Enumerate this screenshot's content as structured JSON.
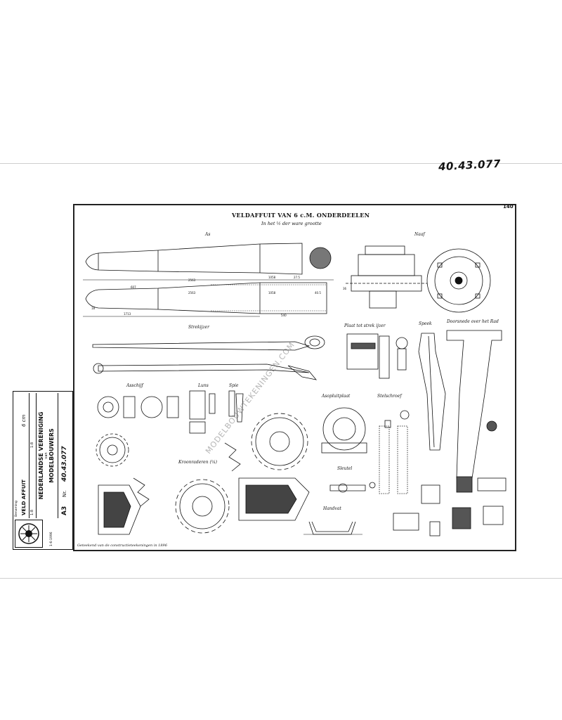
{
  "handwritten_number": "40.43.077",
  "page_number": "140",
  "plate": {
    "title": "VELDAFFUIT VAN 6 c.M. ONDERDEELEN",
    "subtitle": "In het ½ der ware grootte",
    "footer": "Geteekend van de constructieteekeningen in 1896"
  },
  "part_labels": {
    "as": "As",
    "naaf": "Naaf",
    "strekijzer": "Strekijzer",
    "plaat": "Plaat tot strek ijzer",
    "speek": "Speek",
    "doorsnede": "Doorsnede over het Rad",
    "asschijf": "Asschijf",
    "luns": "Luns",
    "spie": "Spie",
    "aanslagplaat": "Asopluitplaat",
    "stelschroef": "Stelschroef",
    "kroonraderen": "Kroonraderen (¼)",
    "sleutel": "Sleutel",
    "handvat": "Handvat"
  },
  "dimensions": [
    "1058",
    "2563",
    "607",
    "1058",
    "2563",
    "27.5",
    "40.5",
    "1713",
    "540",
    "18",
    "36"
  ],
  "watermark": "MODELBOUWTEKENINGEN.COM",
  "title_block": {
    "benaming_label": "Benaming",
    "benaming": "VELD AFFUIT",
    "kaliber": "6 cm",
    "scale_label": "1:8",
    "scale_value": "1:8",
    "org_line1": "NEDERLANDSE VERENIGING",
    "org_line2": "van",
    "org_line3": "MODELBOUWERS",
    "format": "A3",
    "nr_label": "Nr.",
    "nr": "40.43.077",
    "date": "1-6-1996"
  },
  "colors": {
    "ink": "#111111",
    "paper": "#ffffff",
    "line": "#cfcfcf"
  }
}
